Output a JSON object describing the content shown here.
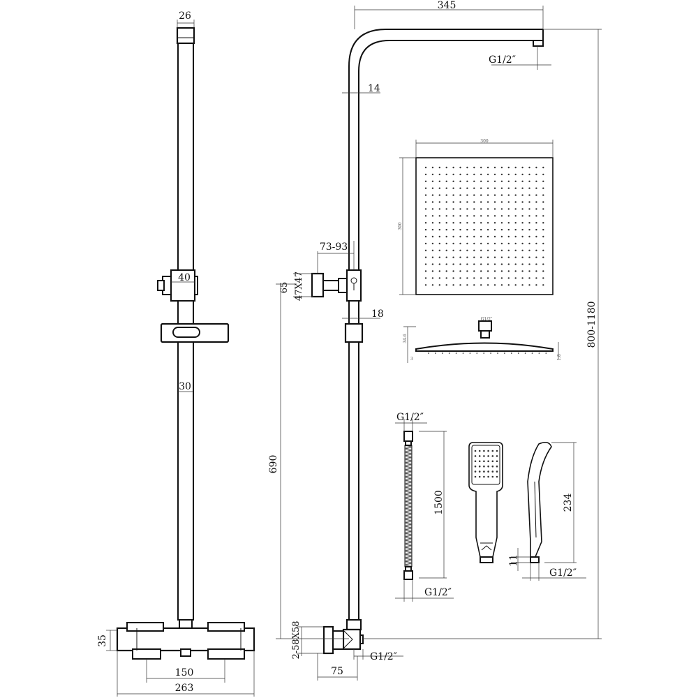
{
  "dimensions": {
    "front_top_width": "26",
    "front_bracket": "40",
    "front_pipe": "30",
    "front_valve_height": "35",
    "front_centers": "150",
    "front_total_width": "263",
    "side_arm": "345",
    "side_arm_thread": "G1/2″",
    "side_pipe": "14",
    "side_wall_offset": "73-93",
    "side_bracket_h": "65",
    "side_bracket_size": "47X47",
    "side_slider": "18",
    "side_height_690": "690",
    "side_total_height": "800-1180",
    "side_valve_size": "2-58X58",
    "side_inlet_thread": "G1/2″",
    "side_inlet_offset": "75",
    "head_width": "300",
    "head_height": "300",
    "head_side_thread": "G1/2″",
    "head_side_a": "34.6",
    "head_side_b": "3",
    "head_side_c": "1.8",
    "hose_top_thread": "G1/2″",
    "hose_length": "1500",
    "hose_bottom_thread": "G1/2″",
    "handset_length": "234",
    "handset_thread_len": "11",
    "handset_thread": "G1/2″"
  },
  "icons": [
    "shower-head-grid",
    "handset-face-grid",
    "flexible-hose"
  ]
}
